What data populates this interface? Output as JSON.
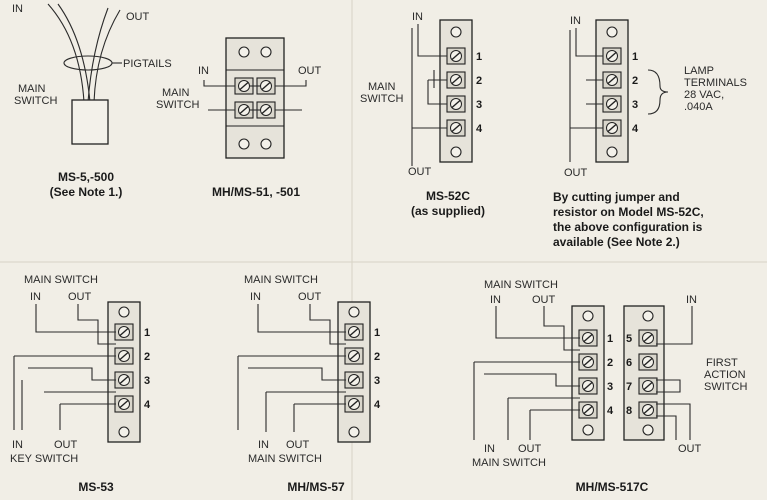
{
  "diagrams": [
    {
      "id": "ms5",
      "caption": [
        "MS-5,-500",
        "(See Note 1.)"
      ],
      "labels": {
        "in": "IN",
        "out": "OUT",
        "pigtails": "PIGTAILS",
        "main_switch": [
          "MAIN",
          "SWITCH"
        ]
      }
    },
    {
      "id": "mh51",
      "caption": [
        "MH/MS-51, -501"
      ],
      "labels": {
        "in": "IN",
        "out": "OUT",
        "main_switch": [
          "MAIN",
          "SWITCH"
        ]
      }
    },
    {
      "id": "ms52c",
      "caption": [
        "MS-52C",
        "(as supplied)"
      ],
      "labels": {
        "in": "IN",
        "out": "OUT",
        "main_switch": [
          "MAIN",
          "SWITCH"
        ]
      },
      "terminals": [
        "1",
        "2",
        "3",
        "4"
      ]
    },
    {
      "id": "ms52c_mod",
      "caption": [
        "By cutting jumper and",
        "resistor on Model MS-52C,",
        "the above configuration is",
        "available (See Note 2.)"
      ],
      "labels": {
        "in": "IN",
        "out": "OUT",
        "lamp": [
          "LAMP",
          "TERMINALS",
          "28 VAC,",
          ".040A"
        ]
      },
      "terminals": [
        "1",
        "2",
        "3",
        "4"
      ]
    },
    {
      "id": "ms53",
      "caption": [
        "MS-53"
      ],
      "labels": {
        "main_switch": "MAIN SWITCH",
        "in": "IN",
        "out": "OUT",
        "key_switch": "KEY SWITCH"
      },
      "terminals": [
        "1",
        "2",
        "3",
        "4"
      ]
    },
    {
      "id": "mh57",
      "caption": [
        "MH/MS-57"
      ],
      "labels": {
        "main_switch": "MAIN SWITCH",
        "in": "IN",
        "out": "OUT"
      },
      "terminals": [
        "1",
        "2",
        "3",
        "4"
      ]
    },
    {
      "id": "mh517c",
      "caption": [
        "MH/MS-517C"
      ],
      "labels": {
        "main_switch": "MAIN SWITCH",
        "in": "IN",
        "out": "OUT",
        "first_action": [
          "FIRST",
          "ACTION",
          "SWITCH"
        ]
      },
      "terminals": [
        "1",
        "2",
        "3",
        "4"
      ],
      "terminals_right": [
        "5",
        "6",
        "7",
        "8"
      ]
    }
  ]
}
